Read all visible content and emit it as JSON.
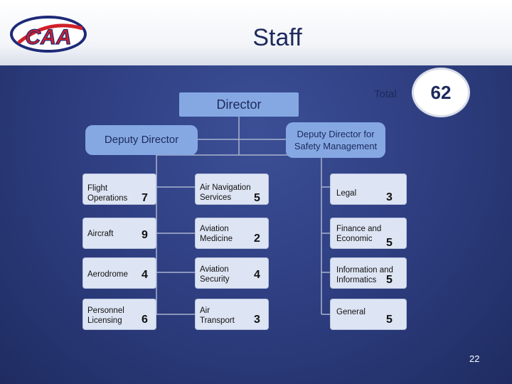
{
  "header": {
    "title": "Staff",
    "logo_text": "CAA"
  },
  "org": {
    "director": "Director",
    "deputy_director": "Deputy Director",
    "deputy_director_safety": "Deputy Director for Safety  Management",
    "total_label": "Total",
    "total_value": "62"
  },
  "columns": [
    {
      "name": "left",
      "items": [
        {
          "label": "Flight Operations",
          "count": "7"
        },
        {
          "label": "Aircraft",
          "count": "9"
        },
        {
          "label": "Aerodrome",
          "count": "4"
        },
        {
          "label": "Personnel Licensing",
          "count": "6"
        }
      ]
    },
    {
      "name": "middle",
      "items": [
        {
          "label": "Air Navigation Services",
          "count": "5"
        },
        {
          "label": "Aviation Medicine",
          "count": "2"
        },
        {
          "label": "Aviation Security",
          "count": "4"
        },
        {
          "label": "Air Transport",
          "count": "3"
        }
      ]
    },
    {
      "name": "right",
      "items": [
        {
          "label": "Legal",
          "count": "3"
        },
        {
          "label": "Finance and Economic",
          "count": "5"
        },
        {
          "label": "Information and Informatics",
          "count": "5"
        },
        {
          "label": "General",
          "count": "5"
        }
      ]
    }
  ],
  "footer": {
    "page_number": "22"
  }
}
